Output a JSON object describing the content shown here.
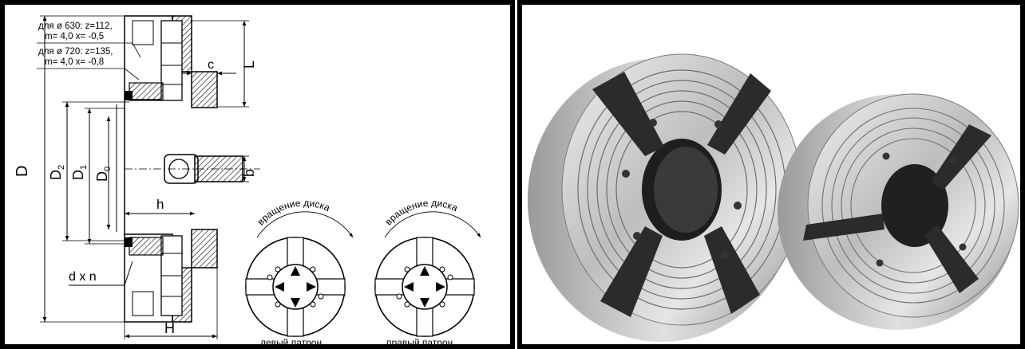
{
  "left": {
    "note_lines": [
      "для ø 630: z=112,",
      "m= 4,0  x= -0,5",
      "для ø 720: z=135,",
      "m= 4,0  x= -0,8"
    ],
    "dims": {
      "D": "D",
      "D2": "D",
      "D2_sub": "2",
      "D1": "D",
      "D1_sub": "1",
      "D0": "D",
      "D0_sub": "0",
      "L": "L",
      "c": "c",
      "b": "b",
      "h": "h",
      "H": "H",
      "dxn": "d x n"
    },
    "rotation_left": "вращение диска",
    "rotation_right": "вращение диска",
    "caption_left": "левый патрон",
    "caption_right": "правый патрон"
  },
  "colors": {
    "frame": "#000000",
    "steel_light": "#d9d9d9",
    "steel_dark": "#2b2b2b"
  }
}
